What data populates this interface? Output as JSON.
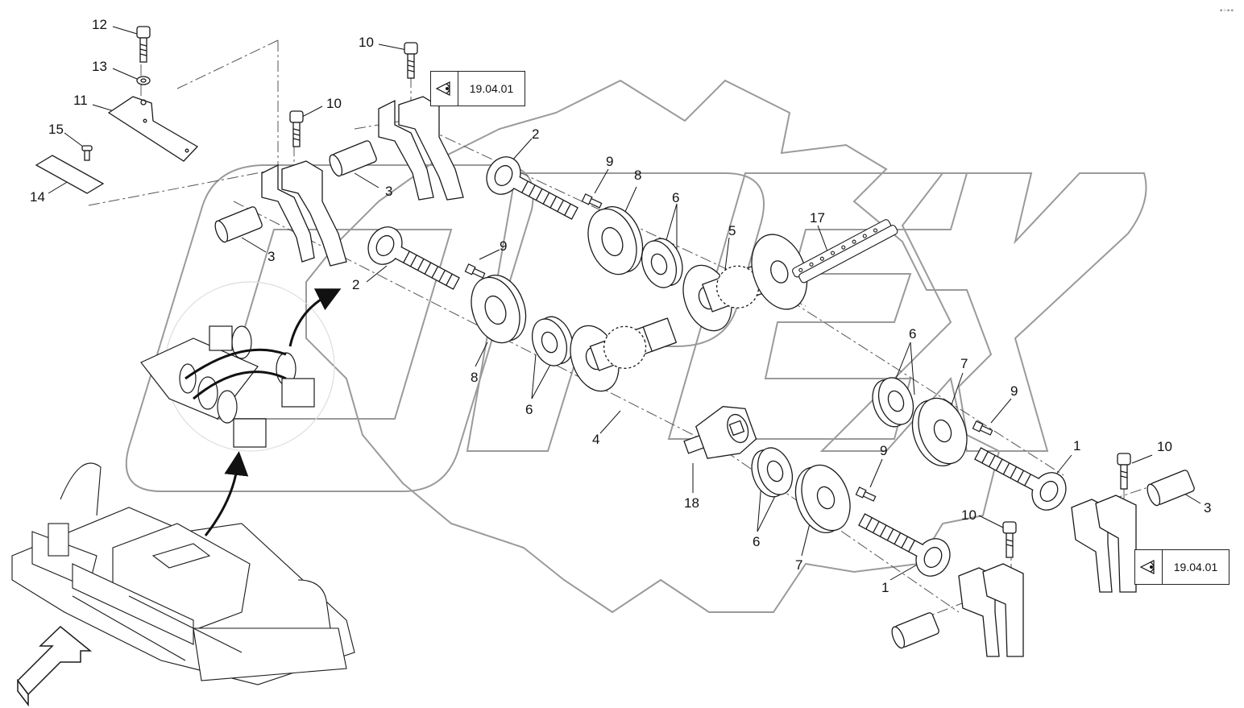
{
  "watermark": {
    "text": "OPEX",
    "color": "#9a9a9a"
  },
  "references": [
    {
      "id": "ref-top",
      "code": "19.04.01"
    },
    {
      "id": "ref-bottom",
      "code": "19.04.01"
    }
  ],
  "callouts": {
    "c12": "12",
    "c13": "13",
    "c11": "11",
    "c15": "15",
    "c14": "14",
    "c10a": "10",
    "c10b": "10",
    "c10c": "10",
    "c10d": "10",
    "c3a": "3",
    "c3b": "3",
    "c3c": "3",
    "c2a": "2",
    "c2b": "2",
    "c9a": "9",
    "c9b": "9",
    "c9c": "9",
    "c9d": "9",
    "c8a": "8",
    "c8b": "8",
    "c6a": "6",
    "c6b": "6",
    "c6c": "6",
    "c6d": "6",
    "c5": "5",
    "c17": "17",
    "c4": "4",
    "c18": "18",
    "c7a": "7",
    "c7b": "7",
    "c1a": "1",
    "c1b": "1"
  },
  "colors": {
    "line": "#1a1a1a",
    "phantom": "#555555",
    "bg": "#ffffff"
  }
}
